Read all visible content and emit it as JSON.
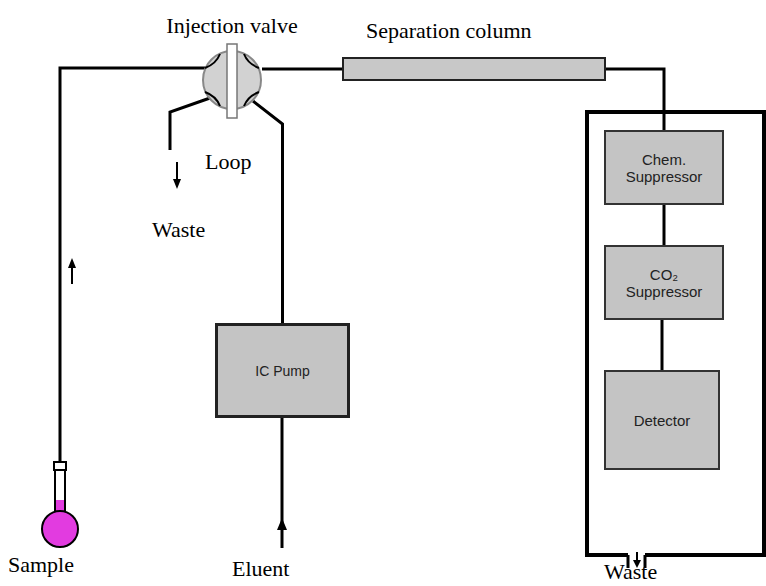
{
  "diagram": {
    "nodes": [
      {
        "text": [
          "Injection valve"
        ]
      },
      {
        "text": [
          "Separation column"
        ]
      },
      {
        "text": [
          "Chem. Suppressor"
        ]
      },
      {
        "text": [
          "CO₂ Suppressor"
        ]
      },
      {
        "text": [
          "IC Pump"
        ]
      },
      {
        "text": [
          "Detector"
        ]
      }
    ],
    "edges": [
      {
        "from": 4,
        "to": 0,
        "arrow": "none"
      },
      {
        "from": 0,
        "to": 1,
        "arrow": "none"
      },
      {
        "from": 1,
        "to": 2,
        "arrow": "none"
      },
      {
        "from": 2,
        "to": 3,
        "arrow": "none"
      },
      {
        "from": 3,
        "to": 5,
        "arrow": "none"
      }
    ],
    "labels": [
      "Loop",
      "Waste",
      "Sample",
      "Eluent",
      "Waste"
    ]
  }
}
